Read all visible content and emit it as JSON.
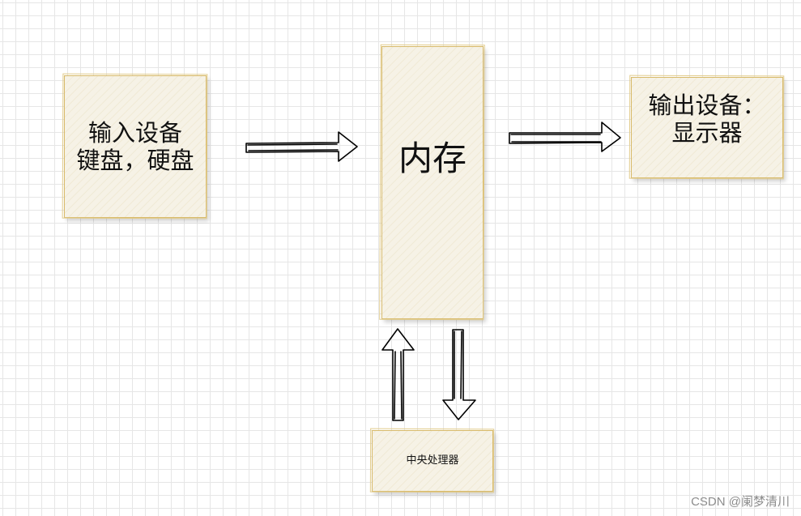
{
  "diagram": {
    "input_label": "输入设备\n键盘，硬盘",
    "memory_label": "内存",
    "output_label": "输出设备：\n显示器",
    "cpu_label": "中央处理器"
  },
  "watermark": "CSDN @阑梦清川",
  "colors": {
    "box_fill": "#f6f2e6",
    "box_border": "#d8ba6a",
    "arrow_stroke": "#000000",
    "grid": "#e6e6e6"
  }
}
